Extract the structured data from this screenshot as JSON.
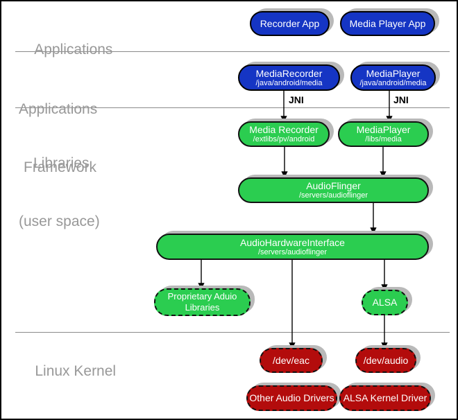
{
  "colors": {
    "app_blue": "#1535c4",
    "lib_green": "#2bcd50",
    "kernel_red": "#b30c0c",
    "shadow_gray": "#b9b9b9",
    "section_label_gray": "#989898",
    "divider_gray": "#8a8a8a",
    "box_text": "#ffffff"
  },
  "sections": {
    "applications": {
      "label": "Applications"
    },
    "framework": {
      "line1": "Applications",
      "line2": "Framework"
    },
    "libraries": {
      "line1": "Libraries",
      "line2": "(user space)"
    },
    "kernel": {
      "label": "Linux Kernel"
    }
  },
  "edge_labels": {
    "jni_left": "JNI",
    "jni_right": "JNI"
  },
  "nodes": {
    "recorder_app": {
      "title": "Recorder App"
    },
    "media_player_app": {
      "title": "Media Player App"
    },
    "media_recorder_fw": {
      "title": "MediaRecorder",
      "subtitle": "/java/android/media"
    },
    "media_player_fw": {
      "title": "MediaPlayer",
      "subtitle": "/java/android/media"
    },
    "media_recorder_lib": {
      "title": "Media Recorder",
      "subtitle": "/extlibs/pv/android"
    },
    "media_player_lib": {
      "title": "MediaPlayer",
      "subtitle": "/libs/media"
    },
    "audio_flinger": {
      "title": "AudioFlinger",
      "subtitle": "/servers/audioflinger"
    },
    "audio_hw_interface": {
      "title": "AudioHardwareInterface",
      "subtitle": "/servers/audioflinger"
    },
    "proprietary_audio_libs": {
      "title": "Proprietary Aduio Libraries"
    },
    "alsa": {
      "title": "ALSA"
    },
    "dev_eac": {
      "title": "/dev/eac"
    },
    "dev_audio": {
      "title": "/dev/audio"
    },
    "other_audio_drivers": {
      "title": "Other Audio Drivers"
    },
    "alsa_kernel_driver": {
      "title": "ALSA Kernel Driver"
    }
  }
}
